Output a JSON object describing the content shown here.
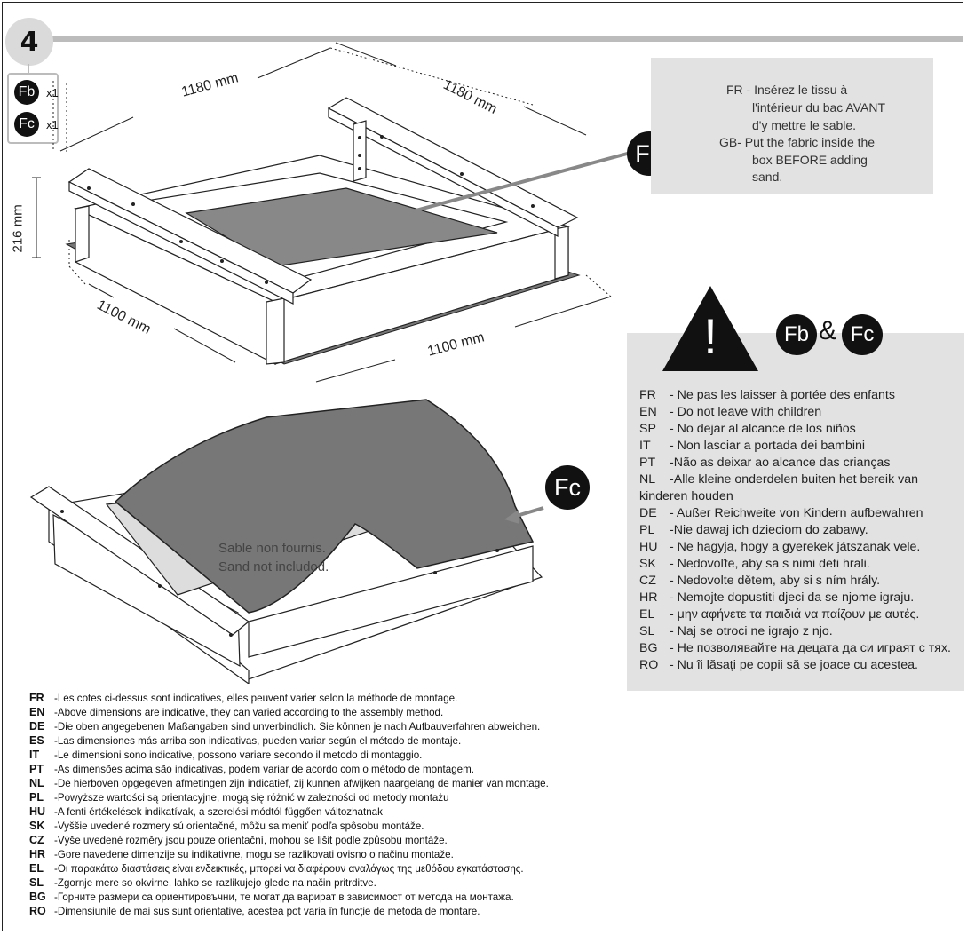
{
  "step": {
    "number": "4"
  },
  "parts": [
    {
      "code": "Fb",
      "qty": "x1"
    },
    {
      "code": "Fc",
      "qty": "x1"
    }
  ],
  "dimensions": {
    "top_left": "1180 mm",
    "top_right": "1180 mm",
    "height": "216 mm",
    "bottom_left": "1100 mm",
    "bottom_right": "1100 mm"
  },
  "callouts": {
    "fabric": "Fb",
    "cover": "Fc",
    "pair_a": "Fb",
    "ampersand": "&",
    "pair_b": "Fc"
  },
  "fabric_instruction": {
    "lines": [
      "FR -  Insérez le tissu à",
      "l'intérieur du bac AVANT",
      "d'y mettre le sable.",
      "GB-  Put the fabric inside the",
      "box BEFORE adding",
      "sand."
    ]
  },
  "warning": {
    "symbol": "!",
    "lines": [
      {
        "code": "FR",
        "text": "- Ne pas les laisser à portée des enfants"
      },
      {
        "code": "EN",
        "text": "- Do not leave with children"
      },
      {
        "code": "SP",
        "text": "- No dejar al alcance de los niños"
      },
      {
        "code": "IT",
        "text": "- Non lasciar a portada dei bambini"
      },
      {
        "code": "PT",
        "text": "-Não as deixar ao alcance das crianças"
      },
      {
        "code": "NL",
        "text": "-Alle kleine onderdelen buiten het bereik van"
      },
      {
        "code": "",
        "text": "kinderen houden"
      },
      {
        "code": "DE",
        "text": "- Außer Reichweite von Kindern aufbewahren"
      },
      {
        "code": "PL",
        "text": "-Nie dawaj ich dzieciom do zabawy."
      },
      {
        "code": "HU",
        "text": "- Ne hagyja, hogy a gyerekek játszanak vele."
      },
      {
        "code": "SK",
        "text": "- Nedovoľte, aby sa s nimi deti hrali."
      },
      {
        "code": "CZ",
        "text": "- Nedovolte dětem, aby si s ním hrály."
      },
      {
        "code": "HR",
        "text": "- Nemojte dopustiti djeci da se njome igraju."
      },
      {
        "code": "EL",
        "text": "- μην αφήνετε τα παιδιά να παίζουν με αυτές."
      },
      {
        "code": "SL",
        "text": "- Naj se otroci ne igrajo z njo."
      },
      {
        "code": "BG",
        "text": "- Не позволявайте на децата да си играят с тях."
      },
      {
        "code": "RO",
        "text": "- Nu îi lăsați pe copii să se joace cu acestea."
      }
    ]
  },
  "sand_note": {
    "line1": "Sable non fournis.",
    "line2": "Sand not included."
  },
  "dimension_notes": [
    {
      "code": "FR",
      "text": "-Les cotes ci-dessus sont indicatives, elles peuvent varier selon la méthode de montage."
    },
    {
      "code": "EN",
      "text": "-Above dimensions are indicative, they can varied according to the assembly method."
    },
    {
      "code": "DE",
      "text": "-Die oben angegebenen Maßangaben sind unverbindlich. Sie können je nach Aufbauverfahren abweichen."
    },
    {
      "code": "ES",
      "text": "-Las dimensiones más arriba son indicativas, pueden variar según el método de montaje."
    },
    {
      "code": "IT",
      "text": "-Le dimensioni sono indicative, possono variare secondo il metodo di montaggio."
    },
    {
      "code": "PT",
      "text": "-As dimensões acima são indicativas, podem variar de acordo com o método de montagem."
    },
    {
      "code": "NL",
      "text": "-De hierboven opgegeven afmetingen zijn indicatief, zij kunnen afwijken naargelang de manier van montage."
    },
    {
      "code": "PL",
      "text": "-Powyższe wartości są orientacyjne, mogą się różnić w zależności od metody montażu"
    },
    {
      "code": "HU",
      "text": "-A fenti értékelések indikatívak, a szerelési módtól függően változhatnak"
    },
    {
      "code": "SK",
      "text": "-Vyššie uvedené rozmery sú orientačné, môžu sa meniť podľa spôsobu montáže."
    },
    {
      "code": "CZ",
      "text": "-Výše uvedené rozměry jsou pouze orientační, mohou se lišit podle způsobu montáže."
    },
    {
      "code": "HR",
      "text": "-Gore navedene dimenzije su indikativne, mogu se razlikovati ovisno o načinu montaže."
    },
    {
      "code": "EL",
      "text": "-Οι παρακάτω διαστάσεις είναι ενδεικτικές, μπορεί να διαφέρουν αναλόγως της μεθόδου εγκατάστασης."
    },
    {
      "code": "SL",
      "text": "-Zgornje mere so okvirne, lahko se razlikujejo glede na način pritrditve."
    },
    {
      "code": "BG",
      "text": "-Горните размери са ориентировъчни, те могат да варират в зависимост от метода на монтажа."
    },
    {
      "code": "RO",
      "text": "-Dimensiunile de mai sus sunt orientative, acestea pot varia în funcție de metoda de montare."
    }
  ]
}
